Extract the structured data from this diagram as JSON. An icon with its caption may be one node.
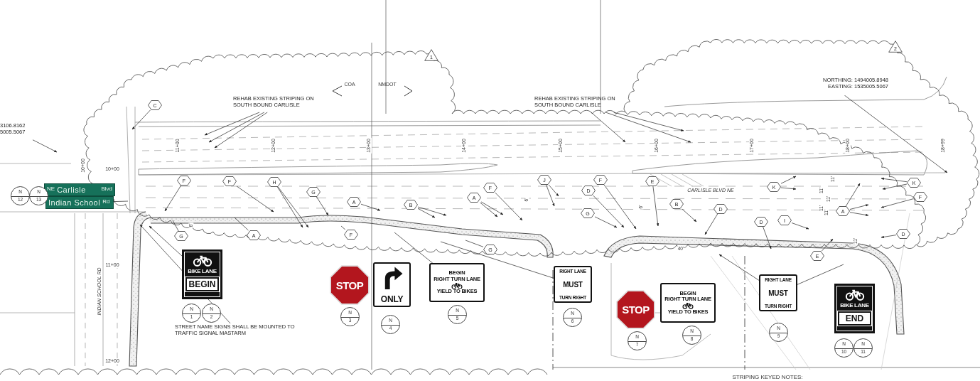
{
  "diagram": {
    "nodes": [
      {
        "text": [
          "1"
        ]
      },
      {
        "text": [
          "2"
        ]
      },
      {
        "text": [
          "NORTHING: 1494005.8948",
          "EASTING: 1535005.5067"
        ]
      },
      {
        "text": [
          "3106.8162",
          "5005.5067"
        ]
      },
      {
        "text": [
          "REHAB EXISTING STRIPING ON SOUTH BOUND CARLISLE"
        ]
      },
      {
        "text": [
          "REHAB EXISTING STRIPING ON SOUTH BOUND CARLISLE"
        ]
      },
      {
        "text": [
          "C"
        ]
      },
      {
        "text": [
          "F"
        ]
      },
      {
        "text": [
          "F"
        ]
      },
      {
        "text": [
          "H"
        ]
      },
      {
        "text": [
          "G"
        ]
      },
      {
        "text": [
          "A"
        ]
      },
      {
        "text": [
          "B"
        ]
      },
      {
        "text": [
          "A"
        ]
      },
      {
        "text": [
          "F"
        ]
      },
      {
        "text": [
          "J"
        ]
      },
      {
        "text": [
          "D"
        ]
      },
      {
        "text": [
          "F"
        ]
      },
      {
        "text": [
          "G"
        ]
      },
      {
        "text": [
          "E"
        ]
      },
      {
        "text": [
          "B"
        ]
      },
      {
        "text": [
          "D"
        ]
      },
      {
        "text": [
          "K"
        ]
      },
      {
        "text": [
          "K"
        ]
      },
      {
        "text": [
          "F"
        ]
      },
      {
        "text": [
          "A"
        ]
      },
      {
        "text": [
          "D"
        ]
      },
      {
        "text": [
          "I"
        ]
      },
      {
        "text": [
          "D"
        ]
      },
      {
        "text": [
          "E"
        ]
      },
      {
        "text": [
          "G"
        ]
      },
      {
        "text": [
          "A"
        ]
      },
      {
        "text": [
          "F"
        ]
      },
      {
        "text": [
          "G"
        ]
      },
      {
        "text": [
          "NE",
          "Carlisle",
          "Blvd"
        ]
      },
      {
        "text": [
          "Indian School",
          "Rd"
        ]
      },
      {
        "text": [
          "N",
          "12"
        ]
      },
      {
        "text": [
          "N",
          "13"
        ]
      },
      {
        "text": [
          "BIKE LANE",
          "BEGIN"
        ]
      },
      {
        "text": [
          "N",
          "1"
        ]
      },
      {
        "text": [
          "N",
          "2"
        ]
      },
      {
        "text": [
          "STREET NAME SIGNS SHALL BE MOUNTED TO TRAFFIC SIGNAL MASTARM"
        ]
      },
      {
        "text": [
          "STOP"
        ]
      },
      {
        "text": [
          "N",
          "3"
        ]
      },
      {
        "text": [
          "ONLY"
        ]
      },
      {
        "text": [
          "N",
          "4"
        ]
      },
      {
        "text": [
          "BEGIN",
          "RIGHT TURN LANE",
          "YIELD TO BIKES"
        ]
      },
      {
        "text": [
          "N",
          "5"
        ]
      },
      {
        "text": [
          "RIGHT LANE",
          "MUST",
          "TURN RIGHT"
        ]
      },
      {
        "text": [
          "N",
          "6"
        ]
      },
      {
        "text": [
          "STOP"
        ]
      },
      {
        "text": [
          "N",
          "7"
        ]
      },
      {
        "text": [
          "BEGIN",
          "RIGHT TURN LANE",
          "YIELD TO BIKES"
        ]
      },
      {
        "text": [
          "N",
          "8"
        ]
      },
      {
        "text": [
          "RIGHT LANE",
          "MUST",
          "TURN RIGHT"
        ]
      },
      {
        "text": [
          "N",
          "9"
        ]
      },
      {
        "text": [
          "BIKE LANE",
          "END"
        ]
      },
      {
        "text": [
          "N",
          "10"
        ]
      },
      {
        "text": [
          "N",
          "11"
        ]
      }
    ],
    "edges": [
      {
        "from": 2,
        "to": null,
        "arrow": "to"
      },
      {
        "from": 3,
        "to": null,
        "arrow": "to"
      },
      {
        "from": 4,
        "to": null,
        "arrow": "to"
      },
      {
        "from": 4,
        "to": null,
        "arrow": "to"
      },
      {
        "from": 4,
        "to": null,
        "arrow": "to"
      },
      {
        "from": 5,
        "to": null,
        "arrow": "to"
      },
      {
        "from": 5,
        "to": null,
        "arrow": "to"
      },
      {
        "from": 5,
        "to": null,
        "arrow": "to"
      },
      {
        "from": 6,
        "to": null,
        "arrow": "to"
      },
      {
        "from": 7,
        "to": null,
        "arrow": "to"
      },
      {
        "from": 8,
        "to": null,
        "arrow": "to"
      },
      {
        "from": 9,
        "to": null,
        "arrow": "to"
      },
      {
        "from": 9,
        "to": null,
        "arrow": "to"
      },
      {
        "from": 10,
        "to": null,
        "arrow": "to"
      },
      {
        "from": 11,
        "to": null,
        "arrow": "to"
      },
      {
        "from": 12,
        "to": null,
        "arrow": "to"
      },
      {
        "from": 12,
        "to": null,
        "arrow": "to"
      },
      {
        "from": 13,
        "to": null,
        "arrow": "to"
      },
      {
        "from": 13,
        "to": null,
        "arrow": "to"
      },
      {
        "from": 14,
        "to": null,
        "arrow": "to"
      },
      {
        "from": 15,
        "to": null,
        "arrow": "to"
      },
      {
        "from": 15,
        "to": null,
        "arrow": "to"
      },
      {
        "from": 16,
        "to": null,
        "arrow": "to"
      },
      {
        "from": 17,
        "to": null,
        "arrow": "to"
      },
      {
        "from": 18,
        "to": null,
        "arrow": "to"
      },
      {
        "from": 19,
        "to": null,
        "arrow": "to"
      },
      {
        "from": 20,
        "to": null,
        "arrow": "to"
      },
      {
        "from": 21,
        "to": null,
        "arrow": "to"
      },
      {
        "from": 22,
        "to": null,
        "arrow": "to"
      },
      {
        "from": 22,
        "to": null,
        "arrow": "to"
      },
      {
        "from": 23,
        "to": null,
        "arrow": "to"
      },
      {
        "from": 23,
        "to": null,
        "arrow": "to"
      },
      {
        "from": 24,
        "to": null,
        "arrow": "to"
      },
      {
        "from": 25,
        "to": null,
        "arrow": "to"
      },
      {
        "from": 25,
        "to": null,
        "arrow": "to"
      },
      {
        "from": 25,
        "to": null,
        "arrow": "to"
      },
      {
        "from": 26,
        "to": null,
        "arrow": "to"
      },
      {
        "from": 27,
        "to": null,
        "arrow": "to"
      },
      {
        "from": 28,
        "to": null,
        "arrow": "to"
      },
      {
        "from": 29,
        "to": null,
        "arrow": "to"
      },
      {
        "from": 30,
        "to": null,
        "arrow": "none"
      },
      {
        "from": 31,
        "to": null,
        "arrow": "none"
      },
      {
        "from": 32,
        "to": null,
        "arrow": "none"
      },
      {
        "from": 33,
        "to": null,
        "arrow": "none"
      },
      {
        "from": 35,
        "to": null,
        "arrow": "none"
      },
      {
        "from": 41,
        "to": null,
        "arrow": "to"
      },
      {
        "from": 38,
        "to": null,
        "arrow": "to"
      },
      {
        "from": 46,
        "to": null,
        "arrow": "none"
      },
      {
        "from": 48,
        "to": null,
        "arrow": "none"
      },
      {
        "from": 54,
        "to": null,
        "arrow": "to"
      },
      {
        "from": 54,
        "to": null,
        "arrow": "none"
      }
    ],
    "labels": [
      "COA",
      "NMDOT",
      "10+00",
      "11+00",
      "12+00",
      "13+00",
      "14+00",
      "15+00",
      "16+00",
      "17+00",
      "18+00",
      "18+99",
      "10+00",
      "6'",
      "11'",
      "11'",
      "CARLISLE BLVD NE",
      "11'",
      "11'",
      "11'",
      "6'",
      "6'",
      "40'",
      "11'",
      "11+00",
      "INDIAN SCHOOL RD",
      "12+00",
      "STRIPING KEYED NOTES:"
    ]
  }
}
